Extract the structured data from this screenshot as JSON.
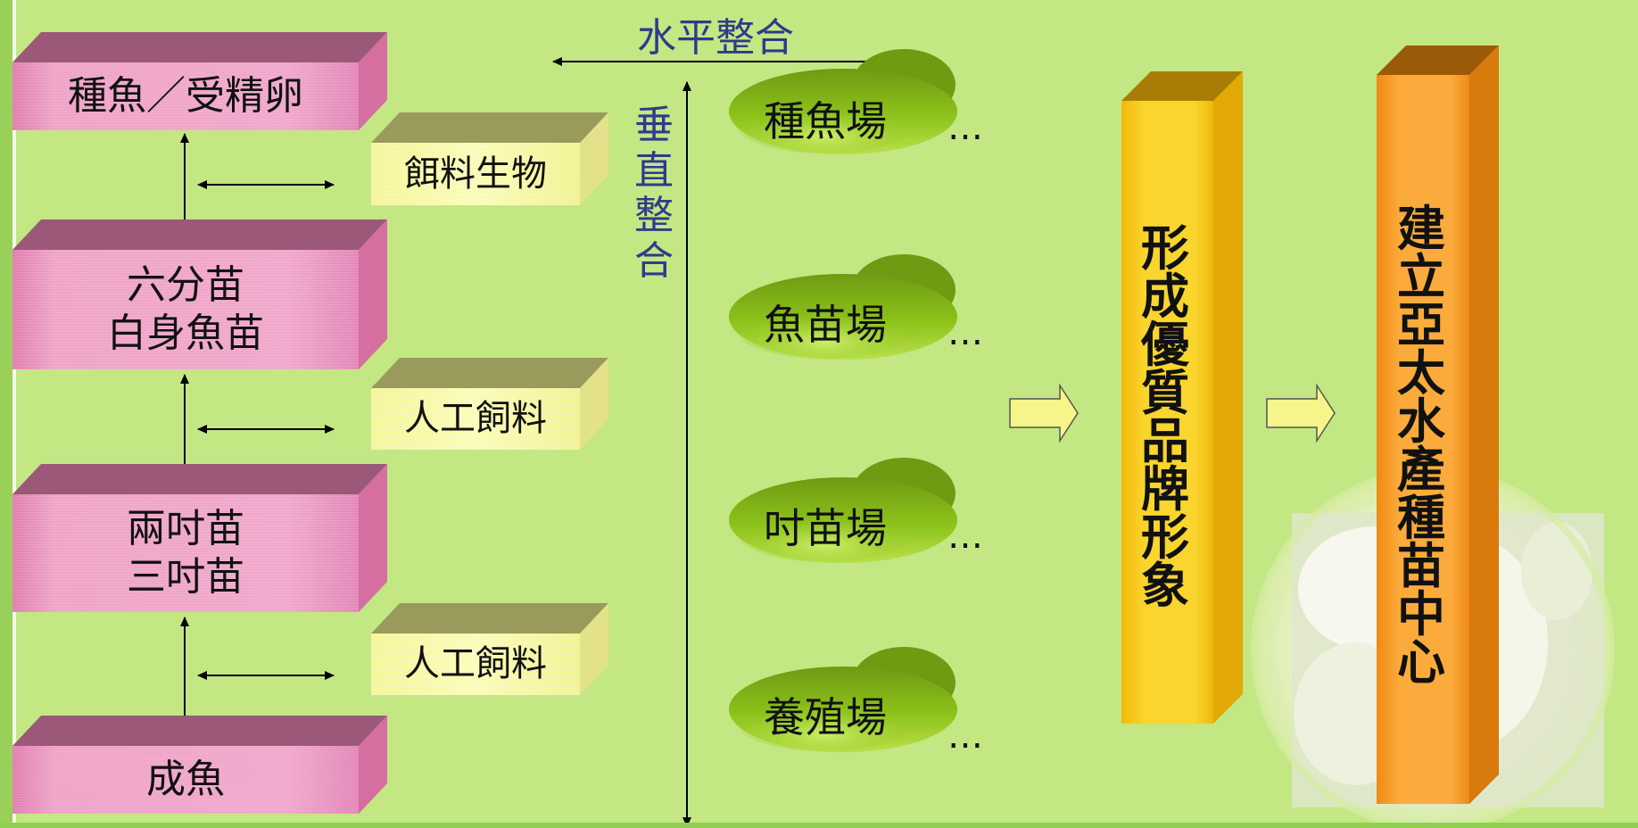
{
  "stages": [
    {
      "line1": "種魚／受精卵",
      "line2": ""
    },
    {
      "line1": "六分苗",
      "line2": "白身魚苗"
    },
    {
      "line1": "兩吋苗",
      "line2": "三吋苗"
    },
    {
      "line1": "成魚",
      "line2": ""
    }
  ],
  "feeds": [
    "餌料生物",
    "人工飼料",
    "人工飼料"
  ],
  "horizontal_label": "水平整合",
  "vertical_label": [
    "垂",
    "直",
    "整",
    "合"
  ],
  "farms": [
    "種魚場",
    "魚苗場",
    "吋苗場",
    "養殖場"
  ],
  "ellipsis": "…",
  "brand_column": [
    "形",
    "成",
    "優",
    "質",
    "品",
    "牌",
    "形",
    "象"
  ],
  "center_column": [
    "建",
    "立",
    "亞",
    "太",
    "水",
    "產",
    "種",
    "苗",
    "中",
    "心"
  ],
  "colors": {
    "background": "#c3e783",
    "pink_box": "#efa4c8",
    "yellow_box": "#fbfbb8",
    "oval_green": "#8cc21a",
    "label_blue": "#2f3a8c",
    "gold_column": "#f6c20f",
    "orange_column": "#f7941d"
  }
}
